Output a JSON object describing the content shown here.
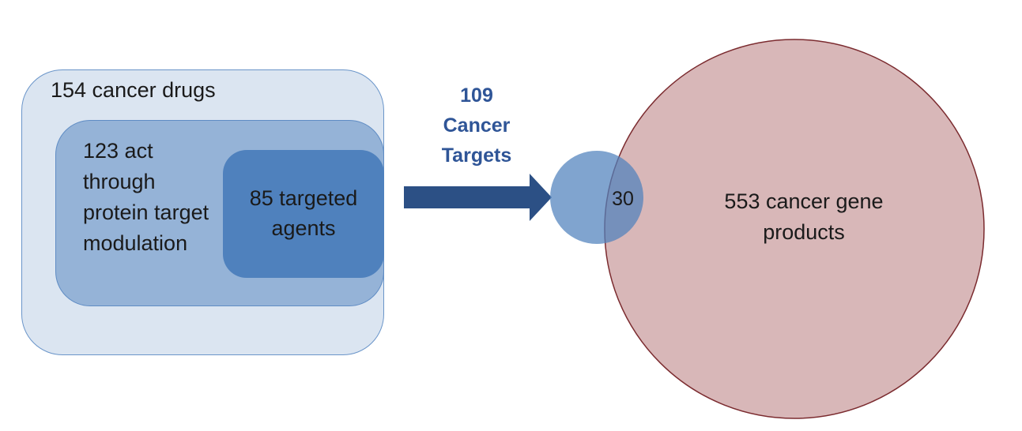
{
  "nodes": {
    "outer_box": {
      "label": "154 cancer drugs"
    },
    "middle_box": {
      "label": "123 act through protein target modulation"
    },
    "inner_box": {
      "label": "85 targeted agents"
    }
  },
  "arrow": {
    "label_lines": [
      "109",
      "Cancer",
      "Targets"
    ]
  },
  "venn": {
    "overlap_label": "30",
    "large_circle_label": "553 cancer gene products"
  },
  "colors": {
    "outer_box_fill": "#dbe5f1",
    "middle_box_fill": "#95b3d7",
    "inner_box_fill": "#4f81bd",
    "arrow_fill": "#2c5085",
    "arrow_label": "#2f5597",
    "small_circle_fill": "#4f81bd",
    "large_circle_fill": "#d8b7b8",
    "large_circle_stroke": "#7b2b2f"
  }
}
